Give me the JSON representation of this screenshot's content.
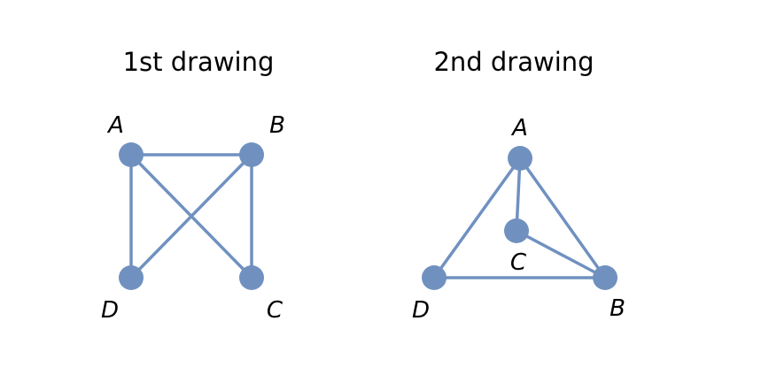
{
  "colors": {
    "node": "#7091c0",
    "edge": "#7091c0",
    "text": "#000000"
  },
  "drawings": [
    {
      "title": "1st drawing",
      "nodes": [
        {
          "id": "A",
          "label": "A"
        },
        {
          "id": "B",
          "label": "B"
        },
        {
          "id": "C",
          "label": "C"
        },
        {
          "id": "D",
          "label": "D"
        }
      ],
      "edges": [
        [
          "A",
          "B"
        ],
        [
          "A",
          "D"
        ],
        [
          "A",
          "C"
        ],
        [
          "B",
          "D"
        ],
        [
          "B",
          "C"
        ]
      ]
    },
    {
      "title": "2nd drawing",
      "nodes": [
        {
          "id": "A",
          "label": "A"
        },
        {
          "id": "B",
          "label": "B"
        },
        {
          "id": "C",
          "label": "C"
        },
        {
          "id": "D",
          "label": "D"
        }
      ],
      "edges": [
        [
          "A",
          "C"
        ],
        [
          "A",
          "D"
        ],
        [
          "A",
          "B"
        ],
        [
          "C",
          "B"
        ],
        [
          "D",
          "B"
        ]
      ]
    }
  ]
}
